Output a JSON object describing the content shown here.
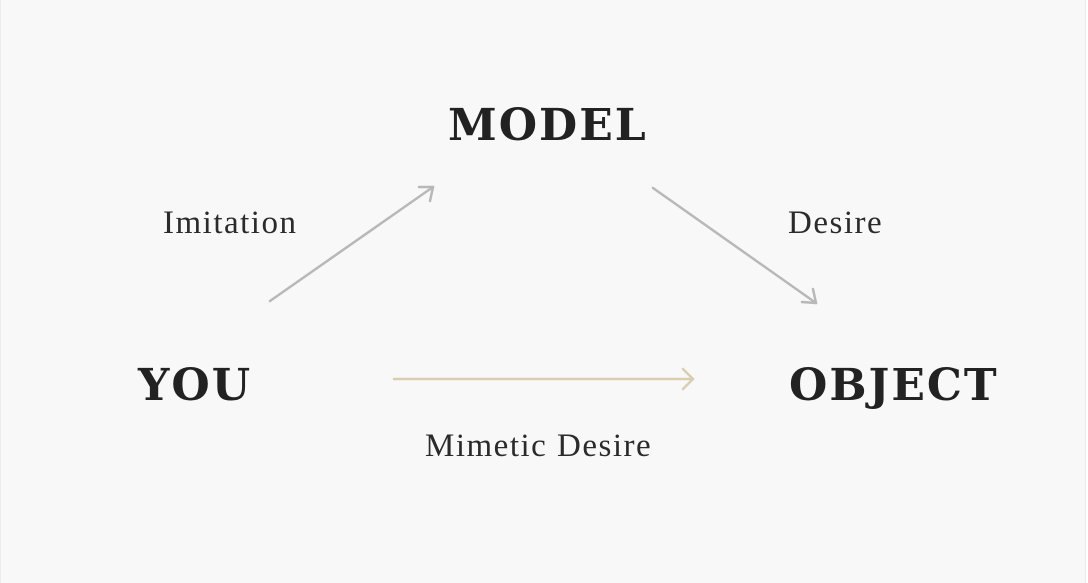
{
  "nodes": {
    "model": "MODEL",
    "you": "YOU",
    "object": "OBJECT"
  },
  "edges": {
    "imitation": {
      "label": "Imitation",
      "color": "#b8b8b8"
    },
    "desire": {
      "label": "Desire",
      "color": "#b8b8b8"
    },
    "mimetic_desire": {
      "label": "Mimetic Desire",
      "color": "#d9cfb0"
    }
  }
}
